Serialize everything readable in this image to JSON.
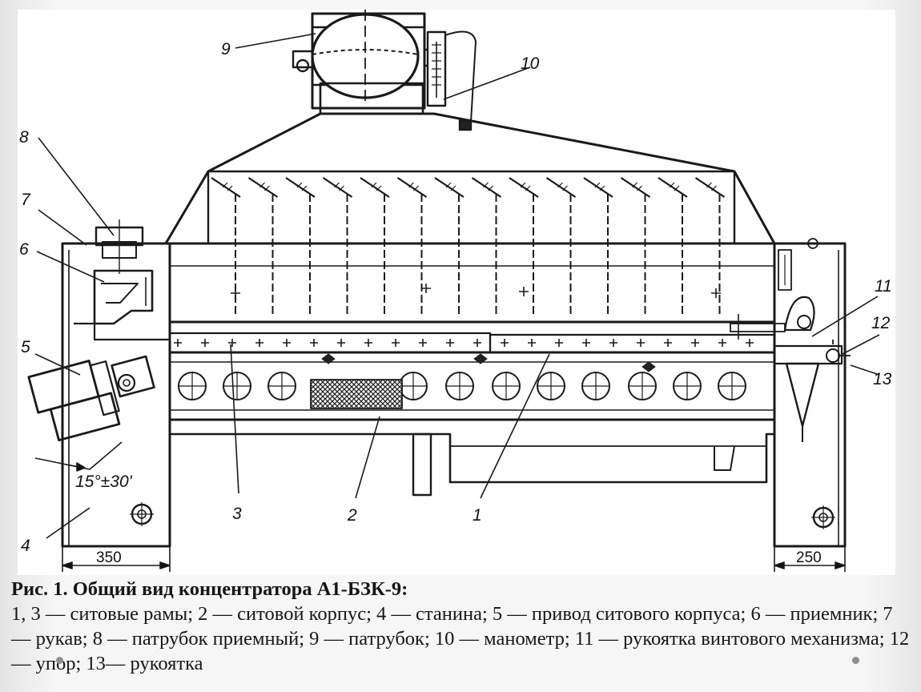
{
  "figure": {
    "callouts": {
      "c1": "1",
      "c2": "2",
      "c3": "3",
      "c4": "4",
      "c5": "5",
      "c6": "6",
      "c7": "7",
      "c8": "8",
      "c9": "9",
      "c10": "10",
      "c11": "11",
      "c12": "12",
      "c13": "13"
    },
    "dimensions": {
      "left_width": "350",
      "right_width": "250",
      "angle": "15°±30'"
    }
  },
  "caption": {
    "title": "Рис. 1. Общий вид концентратора А1-БЗК-9:",
    "text": "1, 3 — ситовые рамы; 2 — ситовой корпус; 4 — станина; 5 — привод ситового корпуса; 6 — приемник; 7— рукав; 8 — патрубок приемный; 9 — патрубок; 10 — манометр; 11 — рукоятка винтового механизма; 12— упор; 13— рукоятка"
  }
}
